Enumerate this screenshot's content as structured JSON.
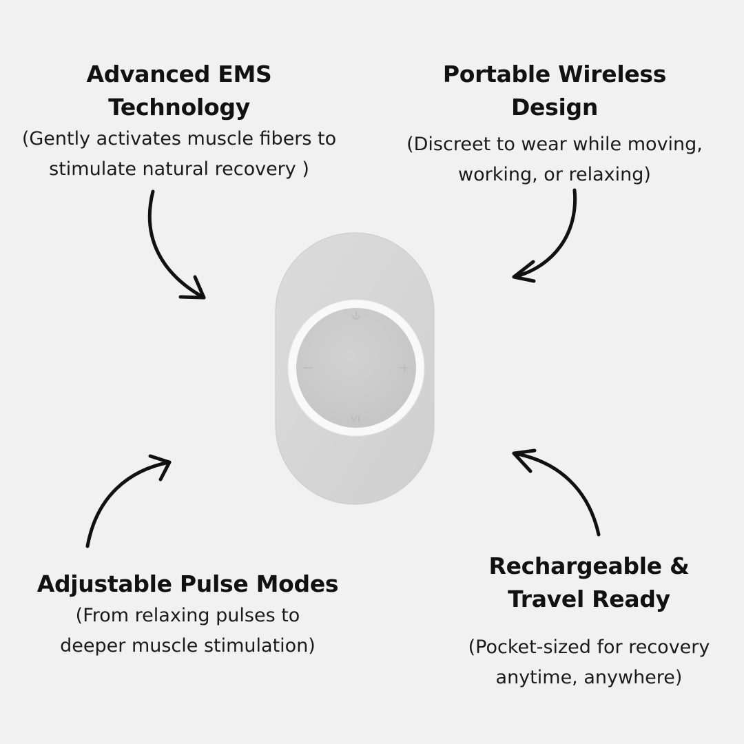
{
  "features": [
    {
      "title_line1": "Advanced EMS",
      "title_line2": "Technology",
      "desc_line1": "(Gently activates muscle fibers to",
      "desc_line2": "stimulate natural recovery )"
    },
    {
      "title_line1": "Portable Wireless",
      "title_line2": "Design",
      "desc_line1": "(Discreet to wear while moving,",
      "desc_line2": "working, or relaxing)"
    },
    {
      "title_line1": "Adjustable Pulse Modes",
      "desc_line1": "(From relaxing pulses to",
      "desc_line2": "deeper muscle stimulation)"
    },
    {
      "title_line1": "Rechargeable &",
      "title_line2": "Travel Ready",
      "desc_line1": "(Pocket-sized for recovery",
      "desc_line2": "anytime, anywhere)"
    }
  ],
  "colors": {
    "background": "#f1f1f1",
    "text": "#111111",
    "device_pad": "#d6d6d6",
    "device_ring": "#fafafa",
    "device_button": "#cdcdcd"
  },
  "icons": [
    "curved-arrow-icon"
  ]
}
